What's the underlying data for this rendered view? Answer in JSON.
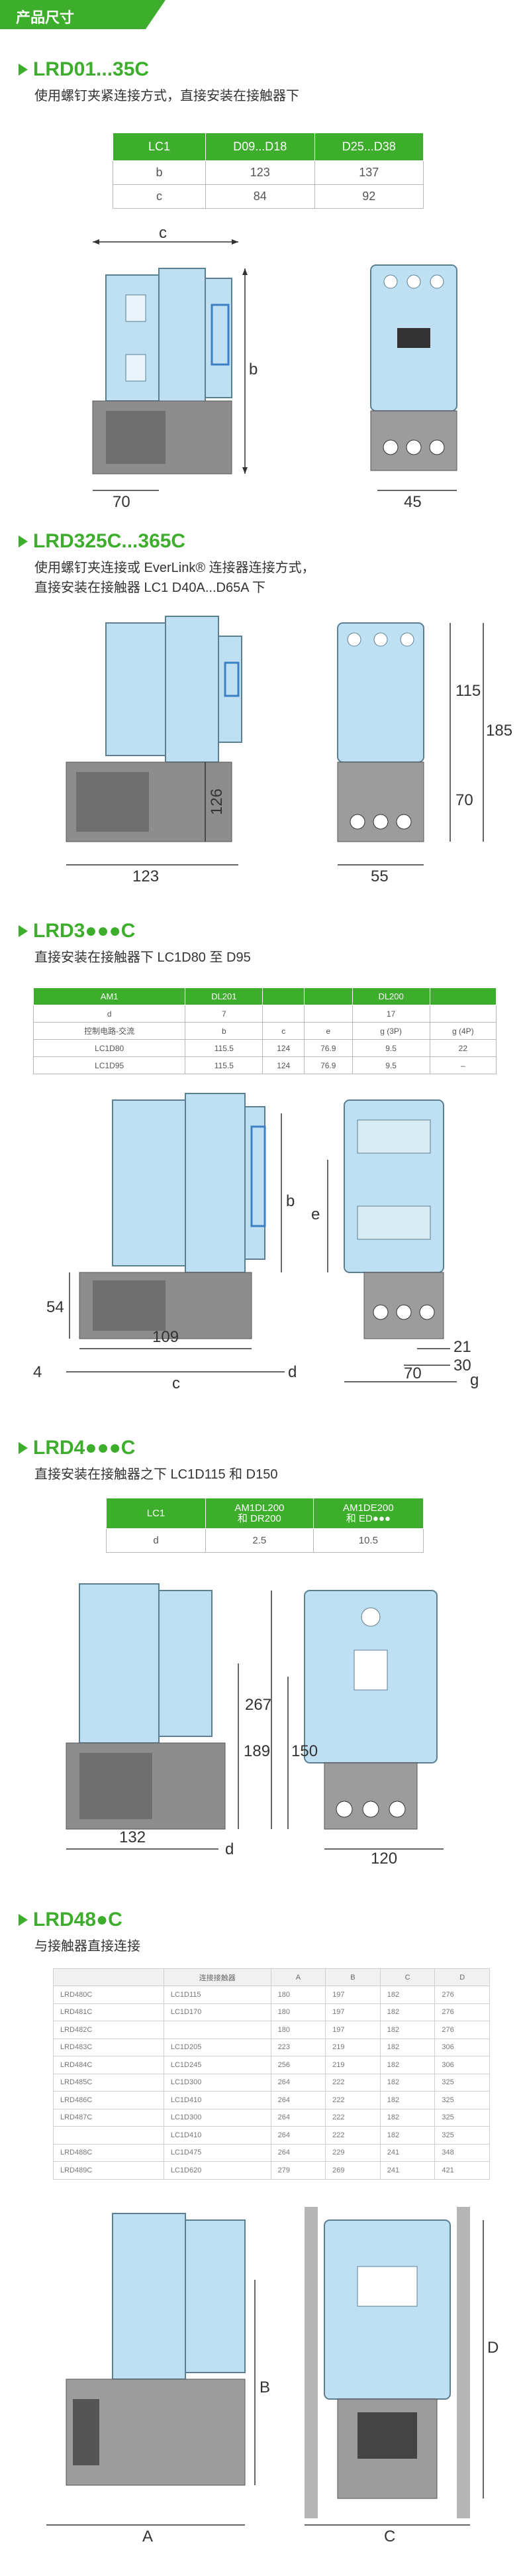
{
  "header": {
    "title": "产品尺寸"
  },
  "sections": [
    {
      "title": "LRD01...35C",
      "desc": [
        "使用螺钉夹紧连接方式，直接安装在接触器下"
      ],
      "table": {
        "headers": [
          "LC1",
          "D09...D18",
          "D25...D38"
        ],
        "rows": [
          [
            "b",
            "123",
            "137"
          ],
          [
            "c",
            "84",
            "92"
          ]
        ]
      },
      "dims": {
        "c": "c",
        "b": "b",
        "w70": "70",
        "w45": "45"
      }
    },
    {
      "title": "LRD325C...365C",
      "desc": [
        "使用螺钉夹连接或 EverLink® 连接器连接方式，",
        "直接安装在接触器 LC1 D40A...D65A 下"
      ],
      "dims": {
        "h126": "126",
        "w123": "123",
        "w55": "55",
        "h115": "115",
        "h185": "185",
        "h70": "70"
      }
    },
    {
      "title": "LRD3●●●C",
      "desc": [
        "直接安装在接触器下 LC1D80 至 D95"
      ],
      "table": {
        "headers": [
          "AM1",
          "DL201",
          "",
          "",
          "DL200",
          ""
        ],
        "rows": [
          [
            "d",
            "7",
            "",
            "",
            "17",
            ""
          ],
          [
            "控制电路-交流",
            "b",
            "c",
            "e",
            "g (3P)",
            "g (4P)"
          ],
          [
            "LC1D80",
            "115.5",
            "124",
            "76.9",
            "9.5",
            "22"
          ],
          [
            "LC1D95",
            "115.5",
            "124",
            "76.9",
            "9.5",
            "–"
          ]
        ]
      },
      "dims": {
        "h54": "54",
        "w4": "4",
        "w109": "109",
        "c": "c",
        "d": "d",
        "b": "b",
        "e": "e",
        "w21": "21",
        "w30": "30",
        "w70": "70",
        "g": "g"
      }
    },
    {
      "title": "LRD4●●●C",
      "desc": [
        "直接安装在接触器之下 LC1D115 和 D150"
      ],
      "table": {
        "headers": [
          "LC1",
          "AM1DL200\n和 DR200",
          "AM1DE200\n和 ED●●●"
        ],
        "rows": [
          [
            "d",
            "2.5",
            "10.5"
          ]
        ]
      },
      "dims": {
        "h189": "189",
        "w132": "132",
        "d": "d",
        "h267": "267",
        "h150": "150",
        "w120": "120"
      }
    },
    {
      "title": "LRD48●C",
      "desc": [
        "与接触器直接连接"
      ],
      "table": {
        "headers": [
          "",
          "连接接触器",
          "A",
          "B",
          "C",
          "D"
        ],
        "rows": [
          [
            "LRD480C",
            "LC1D115",
            "180",
            "197",
            "182",
            "276"
          ],
          [
            "LRD481C",
            "LC1D170",
            "180",
            "197",
            "182",
            "276"
          ],
          [
            "LRD482C",
            "",
            "180",
            "197",
            "182",
            "276"
          ],
          [
            "LRD483C",
            "LC1D205",
            "223",
            "219",
            "182",
            "306"
          ],
          [
            "LRD484C",
            "LC1D245",
            "256",
            "219",
            "182",
            "306"
          ],
          [
            "LRD485C",
            "LC1D300",
            "264",
            "222",
            "182",
            "325"
          ],
          [
            "LRD486C",
            "LC1D410",
            "264",
            "222",
            "182",
            "325"
          ],
          [
            "LRD487C",
            "LC1D300",
            "264",
            "222",
            "182",
            "325"
          ],
          [
            "",
            "LC1D410",
            "264",
            "222",
            "182",
            "325"
          ],
          [
            "LRD488C",
            "LC1D475",
            "264",
            "229",
            "241",
            "348"
          ],
          [
            "LRD489C",
            "LC1D620",
            "279",
            "269",
            "241",
            "421"
          ]
        ]
      },
      "dims": {
        "A": "A",
        "B": "B",
        "C": "C",
        "D": "D"
      }
    }
  ],
  "colors": {
    "accent": "#3dae2b",
    "device": "#bfe0f2",
    "device_stroke": "#5a7f93",
    "relay": "#8d8d8d"
  }
}
